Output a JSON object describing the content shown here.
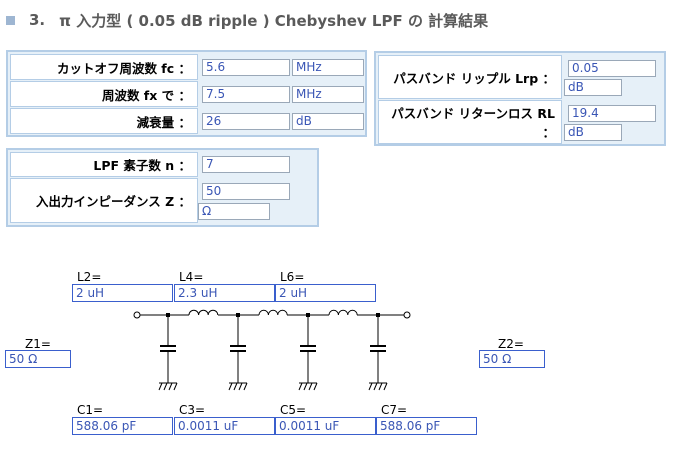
{
  "heading": {
    "number": "3.",
    "title": "π 入力型 ( 0.05 dB ripple ) Chebyshev LPF の 計算結果"
  },
  "params": {
    "cutoff": {
      "label": "カットオフ周波数 fc ：",
      "value": "5.6",
      "unit": "MHz"
    },
    "freq": {
      "label": "周波数 fx で ：",
      "value": "7.5",
      "unit": "MHz"
    },
    "atten": {
      "label": "減衰量 ：",
      "value": "26",
      "unit": "dB"
    }
  },
  "ripple": {
    "lrp": {
      "label": "パスバンド リップル Lrp ：",
      "value": "0.05",
      "unit": "dB"
    },
    "rl": {
      "label": "パスバンド リターンロス RL ：",
      "value": "19.4",
      "unit": "dB"
    }
  },
  "elements": {
    "n": {
      "label": "LPF 素子数 n ：",
      "value": "7"
    },
    "z": {
      "label": "入出力インピーダンス Z ：",
      "value": "50",
      "unit": "Ω"
    }
  },
  "schematic": {
    "L2": {
      "label": "L2=",
      "value": "2 uH"
    },
    "L4": {
      "label": "L4=",
      "value": "2.3 uH"
    },
    "L6": {
      "label": "L6=",
      "value": "2 uH"
    },
    "Z1": {
      "label": "Z1=",
      "value": "50 Ω"
    },
    "Z2": {
      "label": "Z2=",
      "value": "50 Ω"
    },
    "C1": {
      "label": "C1=",
      "value": "588.06 pF"
    },
    "C3": {
      "label": "C3=",
      "value": "0.0011 uF"
    },
    "C5": {
      "label": "C5=",
      "value": "0.0011 uF"
    },
    "C7": {
      "label": "C7=",
      "value": "588.06 pF"
    }
  }
}
